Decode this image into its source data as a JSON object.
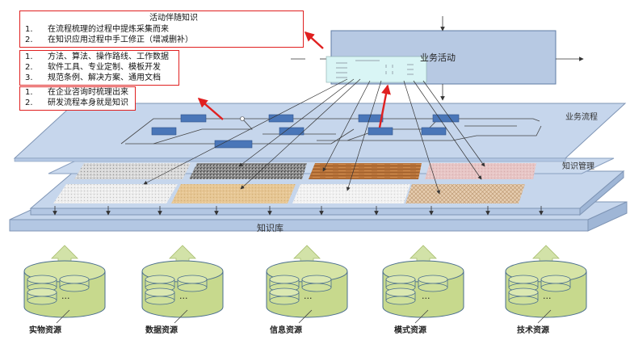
{
  "callouts": {
    "activity": {
      "title": "活动伴随知识",
      "items": [
        {
          "num": "1.",
          "text": "在流程梳理的过程中提炼采集而来"
        },
        {
          "num": "2.",
          "text": "在知识应用过程中手工修正（增减删补）"
        }
      ]
    },
    "methods": {
      "items": [
        {
          "num": "1.",
          "text": "方法、算法、操作路线、工作数据"
        },
        {
          "num": "2.",
          "text": "软件工具、专业定制、模板开发"
        },
        {
          "num": "3.",
          "text": "规范条例、解决方案、通用文档"
        }
      ]
    },
    "consult": {
      "items": [
        {
          "num": "1.",
          "text": "在企业咨询时梳理出来"
        },
        {
          "num": "2.",
          "text": "研发流程本身就是知识"
        }
      ]
    }
  },
  "activity_box": {
    "label": "业务活动"
  },
  "layers": {
    "process": "业务流程",
    "knowledge_mgmt": "知识管理",
    "knowledge_base": "知识库"
  },
  "sources": [
    {
      "label": "实物资源",
      "ellipsis": "..."
    },
    {
      "label": "数据资源",
      "ellipsis": "..."
    },
    {
      "label": "信息资源",
      "ellipsis": "..."
    },
    {
      "label": "模式资源",
      "ellipsis": "..."
    },
    {
      "label": "技术资源",
      "ellipsis": "..."
    }
  ],
  "colors": {
    "layer_fill": "#c6d6ec",
    "activity_fill": "#b7c9e3",
    "process_box": "#4a76b8",
    "callout_border": "#e02020",
    "cylinder_fill": "#c7d98d",
    "cylinder_stroke": "#4a6e8e",
    "arrow_up": "#d2e2a8",
    "red_arrow": "#e02020"
  }
}
